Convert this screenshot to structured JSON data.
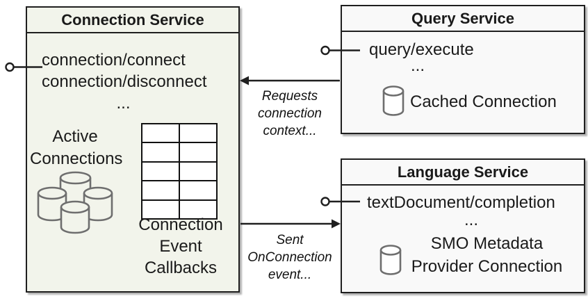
{
  "colors": {
    "border": "#1f1f1f",
    "connection_box_fill": "#f2f4eb",
    "service_box_fill": "#f9f9f9",
    "cylinder_stroke": "#6e6e6e",
    "text": "#1a1a1a"
  },
  "icons": {
    "interface": "lollipop-interface-icon",
    "database": "database-cylinder-icon",
    "database_cluster": "database-cluster-icon",
    "callbacks_table": "table-grid-icon",
    "arrow_left": "arrow-left-icon",
    "arrow_right": "arrow-right-icon"
  },
  "connection_service": {
    "title": "Connection Service",
    "methods": [
      "connection/connect",
      "connection/disconnect"
    ],
    "ellipsis": "...",
    "active_connections": [
      "Active",
      "Connections"
    ],
    "callbacks_caption": [
      "Connection",
      "Event",
      "Callbacks"
    ]
  },
  "query_service": {
    "title": "Query Service",
    "method": "query/execute",
    "ellipsis": "...",
    "cached_connection_label": "Cached Connection"
  },
  "language_service": {
    "title": "Language Service",
    "method": "textDocument/completion",
    "ellipsis": "...",
    "provider_connection_label": [
      "SMO Metadata",
      "Provider Connection"
    ]
  },
  "arrows": {
    "requests_context": {
      "direction": "right-to-left",
      "label": [
        "Requests",
        "connection",
        "context..."
      ]
    },
    "sent_event": {
      "direction": "left-to-right",
      "label": [
        "Sent",
        "OnConnection",
        "event..."
      ]
    }
  }
}
